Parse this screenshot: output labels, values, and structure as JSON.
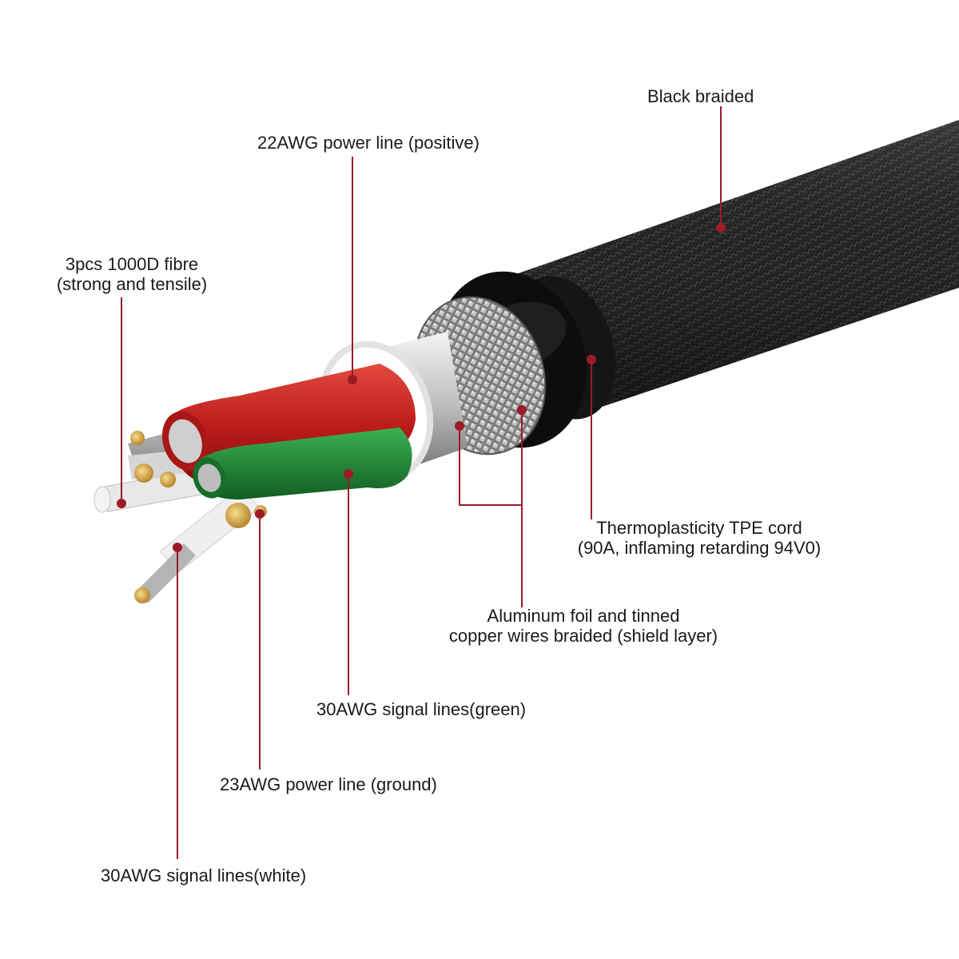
{
  "colors": {
    "leader": "#9c1b28",
    "jacket": "#1c1c1c",
    "red": "#c3221e",
    "green": "#1f8a35",
    "foil": "#c9c9c9",
    "braid": "#8d8d8d",
    "copper": "#d2a64e"
  },
  "labels": {
    "braided": "Black  braided",
    "power_positive": "22AWG power line (positive)",
    "fibre_line1": "3pcs 1000D fibre",
    "fibre_line2": "(strong and tensile)",
    "tpe_line1": "Thermoplasticity TPE cord",
    "tpe_line2": "(90A, inflaming retarding 94V0)",
    "shield_line1": "Aluminum foil and tinned",
    "shield_line2": "copper wires braided (shield layer)",
    "signal_green": "30AWG signal lines(green)",
    "power_ground": "23AWG power line (ground)",
    "signal_white": "30AWG signal lines(white)"
  }
}
